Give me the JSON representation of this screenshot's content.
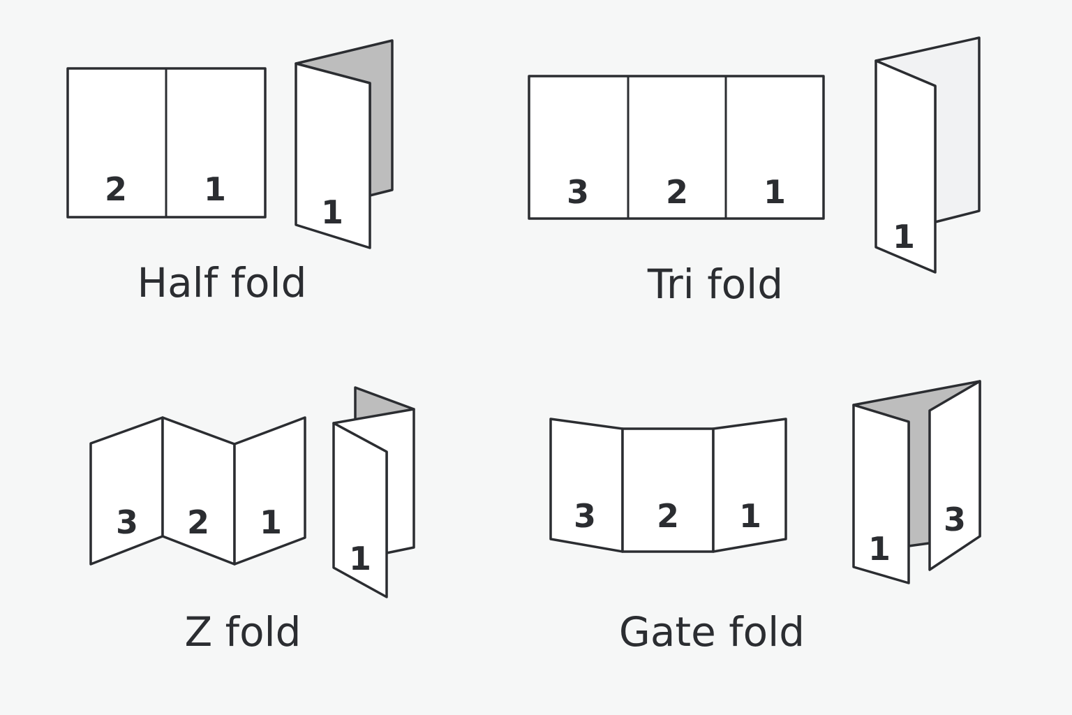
{
  "colors": {
    "background": "#f6f7f7",
    "panel": "#ffffff",
    "stroke": "#2b2d31",
    "shade_dark": "#bdbdbd",
    "shade_light": "#f1f2f3"
  },
  "folds": [
    {
      "name": "half-fold",
      "caption": "Half fold",
      "flat_panels": [
        "2",
        "1"
      ],
      "folded_panels": [
        "1"
      ]
    },
    {
      "name": "tri-fold",
      "caption": "Tri fold",
      "flat_panels": [
        "3",
        "2",
        "1"
      ],
      "folded_panels": [
        "1"
      ]
    },
    {
      "name": "z-fold",
      "caption": "Z fold",
      "flat_panels": [
        "3",
        "2",
        "1"
      ],
      "folded_panels": [
        "1"
      ]
    },
    {
      "name": "gate-fold",
      "caption": "Gate fold",
      "flat_panels": [
        "3",
        "2",
        "1"
      ],
      "folded_panels": [
        "1",
        "3"
      ]
    }
  ]
}
